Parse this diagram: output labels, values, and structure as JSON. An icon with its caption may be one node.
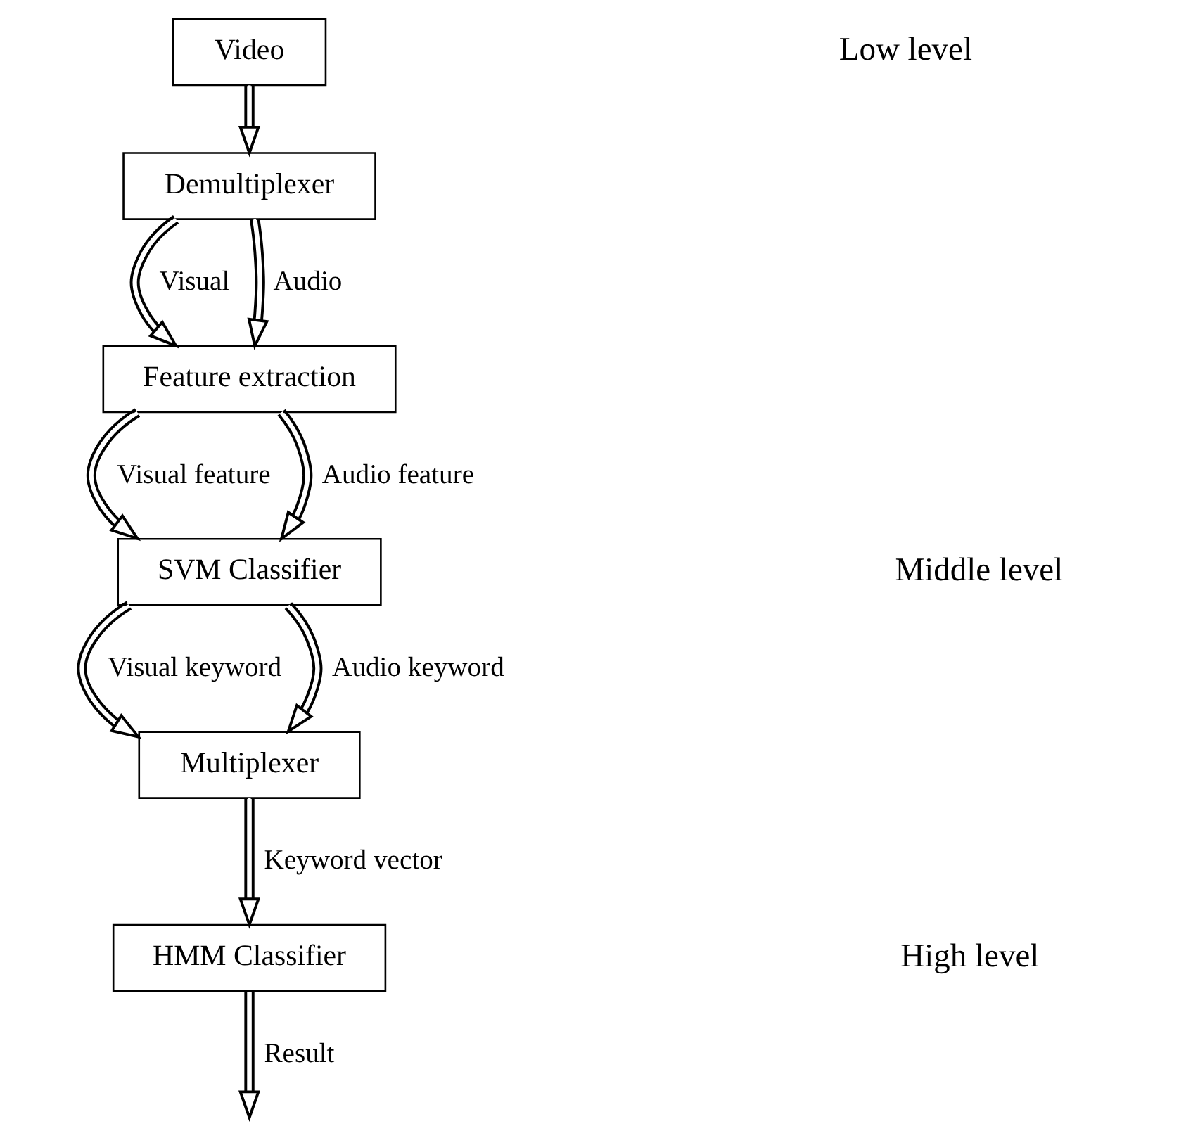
{
  "diagram": {
    "nodes": [
      {
        "text": [
          "Video"
        ]
      },
      {
        "text": [
          "Demultiplexer"
        ]
      },
      {
        "text": [
          "Feature extraction"
        ]
      },
      {
        "text": [
          "SVM Classifier"
        ]
      },
      {
        "text": [
          "Multiplexer"
        ]
      },
      {
        "text": [
          "HMM Classifier"
        ]
      }
    ],
    "edges": [
      {
        "from": 0,
        "to": 1,
        "arrow": "to"
      },
      {
        "from": 1,
        "to": 2,
        "arrow": "to",
        "label": "Visual"
      },
      {
        "from": 1,
        "to": 2,
        "arrow": "to",
        "label": "Audio"
      },
      {
        "from": 2,
        "to": 3,
        "arrow": "to",
        "label": "Visual feature"
      },
      {
        "from": 2,
        "to": 3,
        "arrow": "to",
        "label": "Audio feature"
      },
      {
        "from": 3,
        "to": 4,
        "arrow": "to",
        "label": "Visual keyword"
      },
      {
        "from": 3,
        "to": 4,
        "arrow": "to",
        "label": "Audio keyword"
      },
      {
        "from": 4,
        "to": 5,
        "arrow": "to",
        "label": "Keyword vector"
      },
      {
        "from": 5,
        "to": null,
        "arrow": "to",
        "label": "Result"
      }
    ],
    "labels": [
      "Low level",
      "Middle level",
      "High level"
    ]
  }
}
